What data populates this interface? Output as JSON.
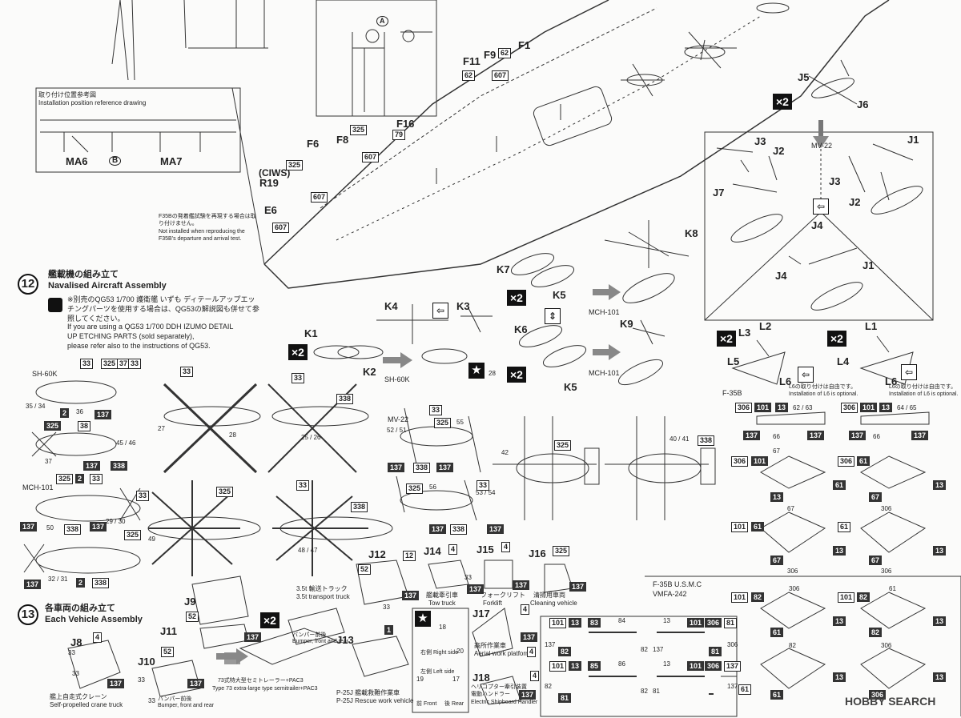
{
  "install_ref": {
    "jp": "取り付け位置参考図",
    "en": "Installation position reference drawing",
    "ma6": "MA6",
    "b": "B",
    "ma7": "MA7"
  },
  "detail_a": "A",
  "deck_parts": {
    "f1": "F1",
    "f9": "F9",
    "f11": "F11",
    "n62a": "62",
    "n62b": "62",
    "n607a": "607",
    "f16": "F16",
    "n79": "79",
    "f8": "F8",
    "n325a": "325",
    "n607b": "607",
    "f6": "F6",
    "ciws": "(CIWS)",
    "r19": "R19",
    "n325b": "325",
    "n607c": "607",
    "e6": "E6",
    "n607d": "607",
    "f35b_note_jp": "F35Bの発着艦試験を再現する場合は取り付けません。",
    "f35b_note_en": "Not installed when reproducing the F35B's departure and arrival test."
  },
  "step12": {
    "num": "12",
    "title_jp": "艦載機の組み立て",
    "title_en": "Navalised Aircraft Assembly",
    "note_jp": "※別売のQG53 1/700 護衛艦 いずも ディテールアップエッチングパーツを使用する場合は、QG53の解説図も併せて参照してください。",
    "note_en1": "If you are using a QG53 1/700 DDH IZUMO DETAIL",
    "note_en2": "UP ETCHING PARTS (sold separately),",
    "note_en3": "please refer also to the instructions of QG53."
  },
  "sh60": {
    "name": "SH-60K",
    "k1": "K1",
    "k2": "K2",
    "k3": "K3",
    "k4": "K4",
    "x2": "×2",
    "star_n": "28",
    "nums": [
      "33",
      "325",
      "37",
      "33",
      "35 / 34",
      "2",
      "36",
      "137",
      "325",
      "38",
      "137",
      "338",
      "45 / 46",
      "37",
      "33",
      "27",
      "28",
      "33",
      "338",
      "25 / 26"
    ]
  },
  "mch101": {
    "name": "MCH-101",
    "k5": "K5",
    "k6": "K6",
    "k7": "K7",
    "k8": "K8",
    "k9": "K9",
    "x2a": "×2",
    "x2b": "×2",
    "nums": [
      "325",
      "2",
      "33",
      "33",
      "137",
      "137",
      "50",
      "338",
      "29 / 30",
      "325",
      "137",
      "32 / 31",
      "2",
      "338",
      "49",
      "325",
      "33",
      "338",
      "48 / 47"
    ]
  },
  "mv22": {
    "name": "MV-22",
    "j1": "J1",
    "j2": "J2",
    "j3": "J3",
    "j4": "J4",
    "j5": "J5",
    "j6": "J6",
    "j7": "J7",
    "x2": "×2",
    "nums": [
      "33",
      "52 / 51",
      "325",
      "55",
      "137",
      "338",
      "137",
      "325",
      "56",
      "33",
      "53 / 54",
      "137",
      "338",
      "137",
      "42",
      "325",
      "40 / 41",
      "338"
    ]
  },
  "f35": {
    "name": "F-35B",
    "l1": "L1",
    "l2": "L2",
    "l3": "L3",
    "l4": "L4",
    "l5": "L5",
    "l6a": "L6",
    "l6b": "L6",
    "x2a": "×2",
    "x2b": "×2",
    "l6note_jp": "L6の取り付けは自由です。",
    "l6note_en": "Installation of L6 is optional.",
    "usmc": "F-35B U.S.M.C",
    "vmfa": "VMFA-242",
    "nums": [
      "306",
      "101",
      "13",
      "62 / 63",
      "137",
      "66",
      "137",
      "306",
      "101",
      "13",
      "64 / 65",
      "137",
      "66",
      "137",
      "67",
      "306",
      "101",
      "61",
      "13",
      "67",
      "306",
      "61",
      "13",
      "67",
      "306",
      "101",
      "61",
      "13",
      "67",
      "306",
      "61",
      "13",
      "67",
      "306",
      "101",
      "82",
      "306",
      "101",
      "82",
      "61",
      "13",
      "61",
      "13",
      "82",
      "82",
      "306",
      "61",
      "13",
      "61",
      "13",
      "306",
      "101",
      "13",
      "83",
      "84",
      "13",
      "101",
      "306",
      "81",
      "137",
      "82",
      "82",
      "137",
      "81",
      "306",
      "101",
      "13",
      "85",
      "86",
      "13",
      "101",
      "306",
      "137",
      "81",
      "82",
      "82",
      "81",
      "137"
    ]
  },
  "step13": {
    "num": "13",
    "title_jp": "各車両の組み立て",
    "title_en": "Each Vehicle Assembly"
  },
  "vehicles": {
    "j8": "J8",
    "j8_jp": "艦上自走式クレーン",
    "j8_en": "Self-propelled crane truck",
    "j9": "J9",
    "j10": "J10",
    "j11": "J11",
    "x2": "×2",
    "trailer_jp": "73式特大型セミトレーラー+PAC3",
    "trailer_en": "Type 73 extra-large type semitrailer+PAC3",
    "bumper_jp": "バンパー前後",
    "bumper_en": "Bumper, front and rear",
    "bumper2_jp": "バンパー前後",
    "bumper2_en": "Bumper, front and rear",
    "j12": "J12",
    "truck_jp": "3.5t 輸送トラック",
    "truck_en": "3.5t transport truck",
    "j13": "J13",
    "p25_jp": "P-25J 艦載救難作業車",
    "p25_en": "P-25J Rescue work vehicle",
    "j14": "J14",
    "tow_jp": "艦載牽引車",
    "tow_en": "Tow truck",
    "j15": "J15",
    "fork_jp": "フォークリフト",
    "fork_en": "Forklift",
    "j16": "J16",
    "clean_jp": "清掃用車両",
    "clean_en": "Cleaning vehicle",
    "j17": "J17",
    "aerial_jp": "高所作業車",
    "aerial_en": "Aerial work platforms",
    "j18": "J18",
    "handler_jp1": "ヘリコプター牽引装置",
    "handler_jp2": "電動ハンドラー",
    "handler_en": "Electric Shipboard Handler",
    "star_18": "18",
    "star_20": "20",
    "star_19": "19",
    "star_17": "17",
    "right_side": "右側 Right side",
    "left_side": "左側 Left side",
    "front": "前 Front",
    "rear": "後 Rear",
    "nums": [
      "4",
      "33",
      "33",
      "137",
      "52",
      "52",
      "33",
      "33",
      "137",
      "1",
      "52",
      "33",
      "137",
      "12",
      "137",
      "4",
      "33",
      "137",
      "4",
      "137",
      "325",
      "137",
      "4",
      "137",
      "4",
      "137",
      "4"
    ]
  },
  "watermark": "HOBBY SEARCH",
  "colors": {
    "ink": "#222222",
    "paper": "#fbfbfa",
    "fill_dark": "#111111"
  }
}
